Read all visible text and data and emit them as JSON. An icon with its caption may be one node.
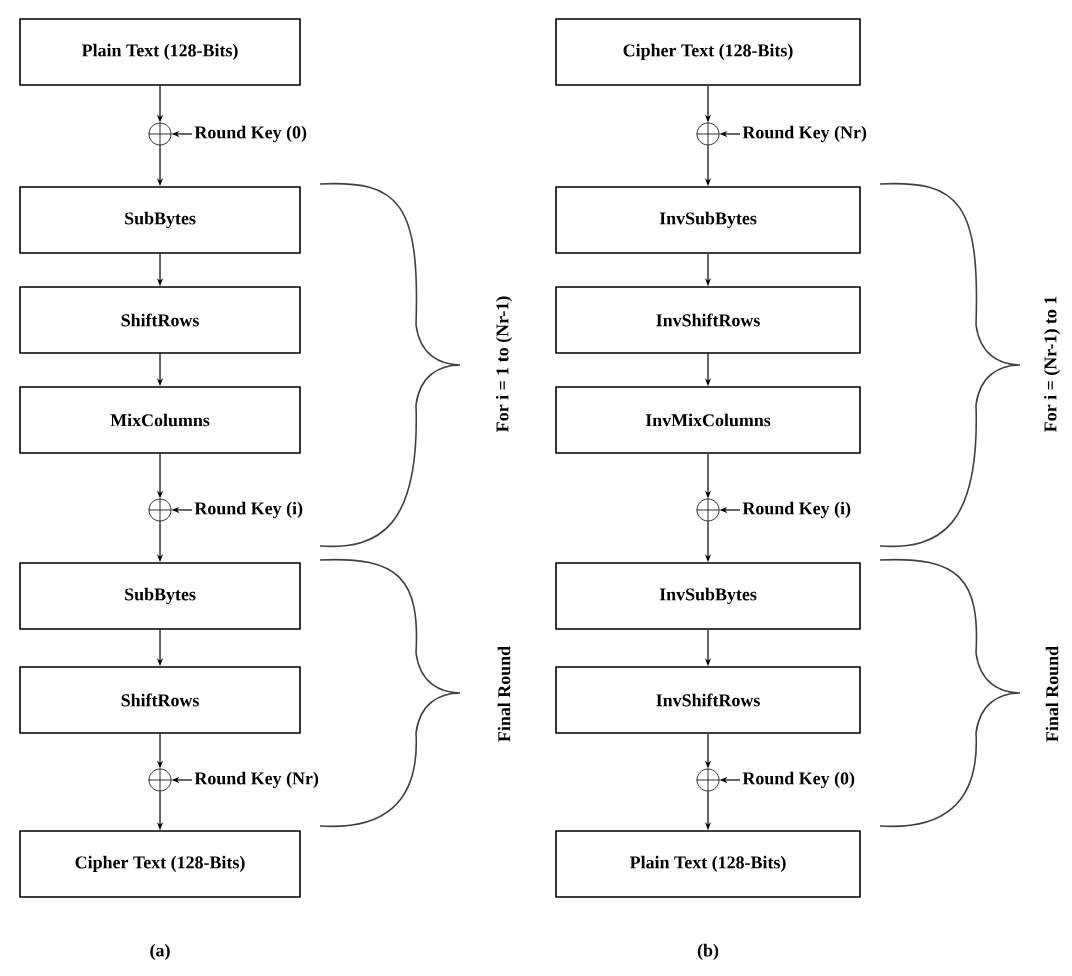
{
  "diagram": {
    "nodes": [
      {
        "text": [
          "Plain Text (128-Bits)"
        ]
      },
      {
        "text": [],
        "shape": "circle"
      },
      {
        "text": [
          "Round Key (0)"
        ]
      },
      {
        "text": [
          "SubBytes"
        ]
      },
      {
        "text": [
          "ShiftRows"
        ]
      },
      {
        "text": [
          "MixColumns"
        ]
      },
      {
        "text": [],
        "shape": "circle"
      },
      {
        "text": [
          "Round Key (i)"
        ]
      },
      {
        "text": [
          "SubBytes"
        ]
      },
      {
        "text": [
          "ShiftRows"
        ]
      },
      {
        "text": [],
        "shape": "circle"
      },
      {
        "text": [
          "Round Key (Nr)"
        ]
      },
      {
        "text": [
          "Cipher Text (128-Bits)"
        ]
      },
      {
        "text": [
          "Cipher Text (128-Bits)"
        ]
      },
      {
        "text": [],
        "shape": "circle"
      },
      {
        "text": [
          "Round Key (Nr)"
        ]
      },
      {
        "text": [
          "InvSubBytes"
        ]
      },
      {
        "text": [
          "InvShiftRows"
        ]
      },
      {
        "text": [
          "InvMixColumns"
        ]
      },
      {
        "text": [],
        "shape": "circle"
      },
      {
        "text": [
          "Round Key (i)"
        ]
      },
      {
        "text": [
          "InvSubBytes"
        ]
      },
      {
        "text": [
          "InvShiftRows"
        ]
      },
      {
        "text": [],
        "shape": "circle"
      },
      {
        "text": [
          "Round Key (0)"
        ]
      },
      {
        "text": [
          "Plain Text (128-Bits)"
        ]
      }
    ],
    "edges": [
      {
        "from": 0,
        "to": 1,
        "arrow": "to"
      },
      {
        "from": 2,
        "to": 1,
        "arrow": "to"
      },
      {
        "from": 1,
        "to": 3,
        "arrow": "to"
      },
      {
        "from": 3,
        "to": 4,
        "arrow": "to"
      },
      {
        "from": 4,
        "to": 5,
        "arrow": "to"
      },
      {
        "from": 5,
        "to": 6,
        "arrow": "to"
      },
      {
        "from": 7,
        "to": 6,
        "arrow": "to"
      },
      {
        "from": 6,
        "to": 8,
        "arrow": "to"
      },
      {
        "from": 8,
        "to": 9,
        "arrow": "to"
      },
      {
        "from": 9,
        "to": 10,
        "arrow": "to"
      },
      {
        "from": 11,
        "to": 10,
        "arrow": "to"
      },
      {
        "from": 10,
        "to": 12,
        "arrow": "to"
      },
      {
        "from": 13,
        "to": 14,
        "arrow": "to"
      },
      {
        "from": 15,
        "to": 14,
        "arrow": "to"
      },
      {
        "from": 14,
        "to": 16,
        "arrow": "to"
      },
      {
        "from": 16,
        "to": 17,
        "arrow": "to"
      },
      {
        "from": 17,
        "to": 18,
        "arrow": "to"
      },
      {
        "from": 18,
        "to": 19,
        "arrow": "to"
      },
      {
        "from": 20,
        "to": 19,
        "arrow": "to"
      },
      {
        "from": 19,
        "to": 21,
        "arrow": "to"
      },
      {
        "from": 21,
        "to": 22,
        "arrow": "to"
      },
      {
        "from": 22,
        "to": 23,
        "arrow": "to"
      },
      {
        "from": 24,
        "to": 23,
        "arrow": "to"
      },
      {
        "from": 23,
        "to": 25,
        "arrow": "to"
      }
    ],
    "labels": [
      "For i = 1 to (Nr-1)",
      "Final Round",
      "(a)",
      "For i = (Nr-1) to 1",
      "Final Round",
      "(b)"
    ]
  }
}
